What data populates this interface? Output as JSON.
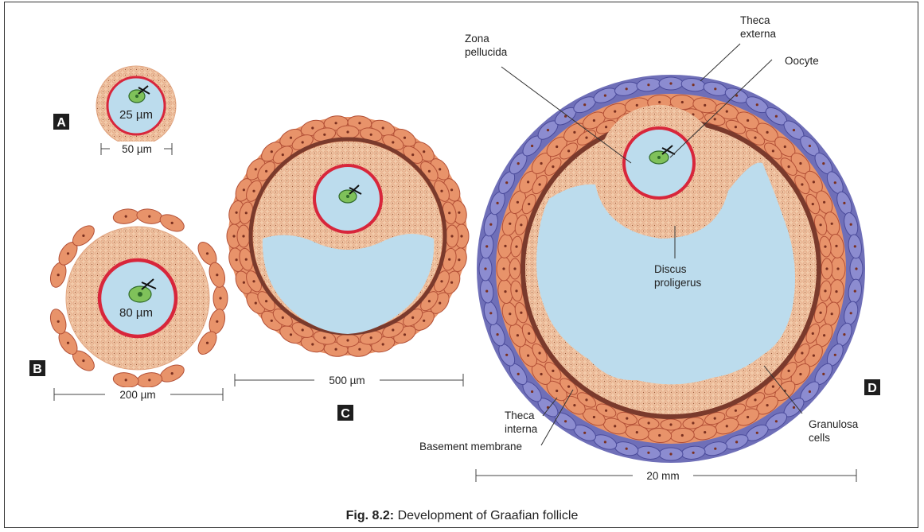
{
  "stages": {
    "a": {
      "badge": "A",
      "inner_size": "25 µm",
      "width": "50 µm"
    },
    "b": {
      "badge": "B",
      "inner_size": "80 µm",
      "width": "200 µm"
    },
    "c": {
      "badge": "C",
      "width": "500 µm"
    },
    "d": {
      "badge": "D",
      "width": "20 mm"
    }
  },
  "labels": {
    "zona_pellucida": [
      "Zona",
      "pellucida"
    ],
    "theca_externa": [
      "Theca",
      "externa"
    ],
    "oocyte": "Oocyte",
    "discus_proligerus": [
      "Discus",
      "proligerus"
    ],
    "theca_interna": [
      "Theca",
      "interna"
    ],
    "basement_membrane": "Basement membrane",
    "granulosa_cells": [
      "Granulosa",
      "cells"
    ]
  },
  "caption": {
    "number": "Fig. 8.2:",
    "text": "Development of Graafian follicle"
  },
  "colors": {
    "liquor": "#bcdced",
    "granulosa": "#f2caa9",
    "theca_cells": "#e8936a",
    "theca_outline": "#b24f36",
    "basement": "#7a3a2c",
    "zona": "#d8263b",
    "externa": "#6f6fb8",
    "nucleus": "#7fc15a"
  }
}
